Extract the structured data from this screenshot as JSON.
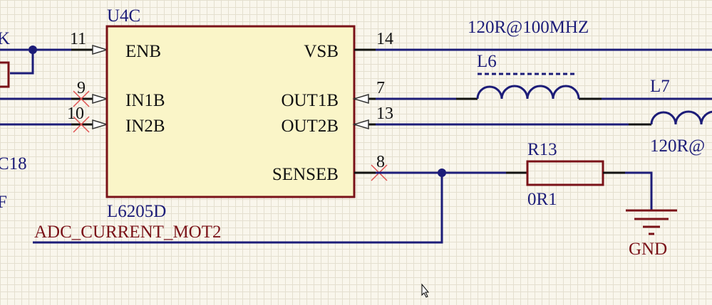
{
  "chip": {
    "designator": "U4C",
    "part": "L6205D",
    "fill": "#faf5c8",
    "border": "#7a1218",
    "pins_left": [
      {
        "num": "11",
        "name": "ENB"
      },
      {
        "num": "9",
        "name": "IN1B"
      },
      {
        "num": "10",
        "name": "IN2B"
      }
    ],
    "pins_right": [
      {
        "num": "14",
        "name": "VSB"
      },
      {
        "num": "7",
        "name": "OUT1B"
      },
      {
        "num": "13",
        "name": "OUT2B"
      },
      {
        "num": "8",
        "name": "SENSEB"
      }
    ]
  },
  "components": {
    "l6": {
      "designator": "L6",
      "value": "120R@100MHZ"
    },
    "l7": {
      "designator": "L7",
      "value": "120R@"
    },
    "r13": {
      "designator": "R13",
      "value": "0R1"
    },
    "gnd": {
      "label": "GND"
    }
  },
  "nets": {
    "adc": "ADC_CURRENT_MOT2"
  },
  "partial_labels": {
    "k": "K",
    "c18": "C18",
    "f": "F"
  },
  "colors": {
    "wire": "#1c1c78",
    "label_red": "#7a1218",
    "no_connect": "#e05050"
  }
}
